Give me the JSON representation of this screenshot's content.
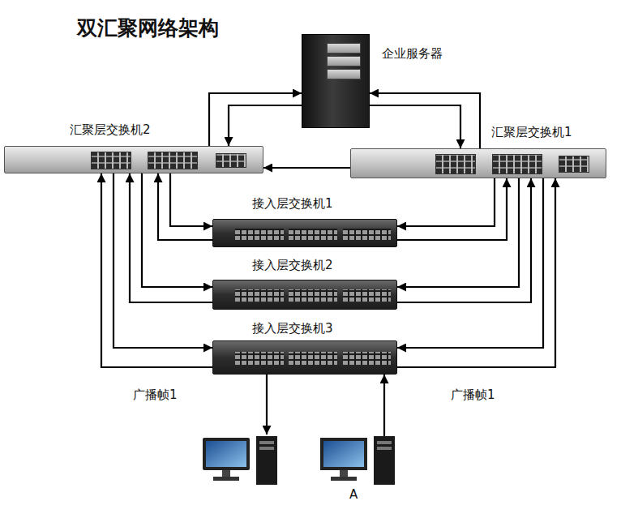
{
  "diagram": {
    "title": "双汇聚网络架构",
    "nodes": [
      {
        "text": [
          "企业服务器"
        ]
      },
      {
        "text": [
          "汇聚层交换机2"
        ]
      },
      {
        "text": [
          "汇聚层交换机1"
        ]
      },
      {
        "text": [
          "接入层交换机1"
        ]
      },
      {
        "text": [
          "接入层交换机2"
        ]
      },
      {
        "text": [
          "接入层交换机3"
        ]
      },
      {
        "text": [
          "A"
        ]
      }
    ],
    "edges": [
      {
        "from": 1,
        "to": 0,
        "arrow": "to"
      },
      {
        "from": 0,
        "to": 1,
        "arrow": "to"
      },
      {
        "from": 2,
        "to": 0,
        "arrow": "to"
      },
      {
        "from": 0,
        "to": 2,
        "arrow": "to"
      },
      {
        "from": 2,
        "to": 1,
        "arrow": "to"
      },
      {
        "from": 1,
        "to": 3,
        "arrow": "to"
      },
      {
        "from": 3,
        "to": 1,
        "arrow": "to"
      },
      {
        "from": 2,
        "to": 3,
        "arrow": "to"
      },
      {
        "from": 3,
        "to": 2,
        "arrow": "to"
      },
      {
        "from": 1,
        "to": 4,
        "arrow": "to"
      },
      {
        "from": 4,
        "to": 1,
        "arrow": "to"
      },
      {
        "from": 2,
        "to": 4,
        "arrow": "to"
      },
      {
        "from": 4,
        "to": 2,
        "arrow": "to"
      },
      {
        "from": 1,
        "to": 5,
        "arrow": "to"
      },
      {
        "from": 5,
        "to": 1,
        "arrow": "to"
      },
      {
        "from": 2,
        "to": 5,
        "arrow": "to"
      },
      {
        "from": 5,
        "to": 2,
        "arrow": "to"
      },
      {
        "from": 6,
        "to": 5,
        "arrow": "to"
      }
    ],
    "labels": [
      "广播帧1",
      "广播帧1"
    ]
  }
}
